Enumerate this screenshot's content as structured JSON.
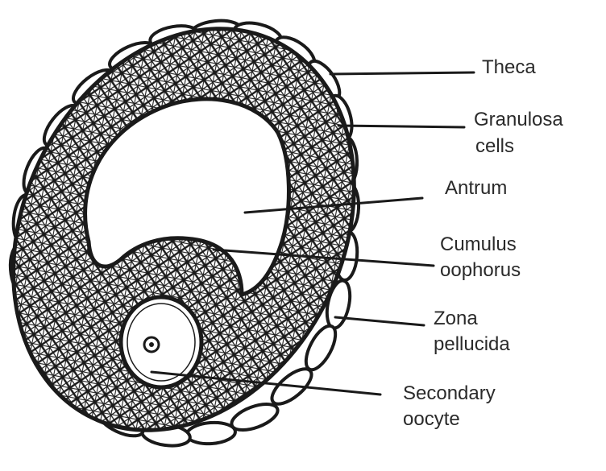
{
  "labels": {
    "theca": "Theca",
    "granulosa_line1": "Granulosa",
    "granulosa_line2": "cells",
    "antrum": "Antrum",
    "cumulus_line1": "Cumulus",
    "cumulus_line2": "oophorus",
    "zona_line1": "Zona",
    "zona_line2": "pellucida",
    "secondary_line1": "Secondary",
    "secondary_line2": "oocyte"
  },
  "colors": {
    "ink": "#1a1a1a",
    "label_text": "#2a2a2a",
    "background": "#ffffff"
  }
}
